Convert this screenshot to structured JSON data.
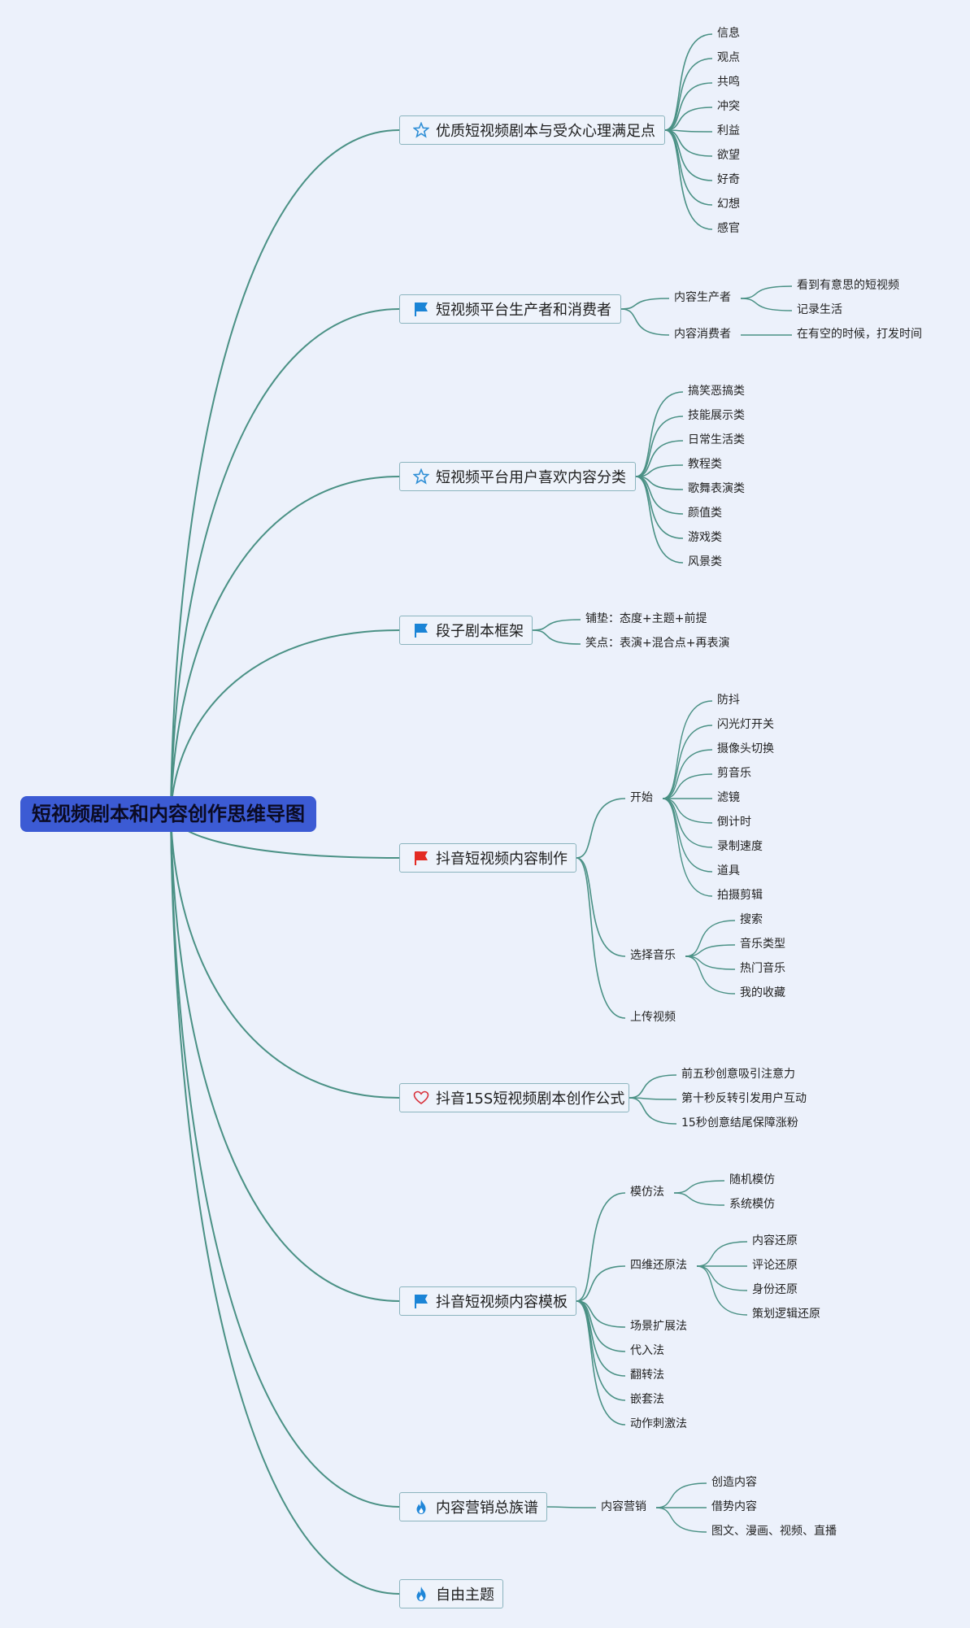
{
  "root": {
    "label": "短视频剧本和内容创作思维导图"
  },
  "colors": {
    "line": "#4a9185",
    "root_fill": "#3c5bd4",
    "node_border": "#8bb4be",
    "star": "#2f8fd6",
    "flag_blue": "#1a84d6",
    "flag_red": "#e32b23",
    "heart": "#d8303a",
    "fire": "#1f86d8"
  },
  "branches": [
    {
      "label": "优质短视频剧本与受众心理满足点",
      "icon": "star-outline-icon",
      "children": [
        "信息",
        "观点",
        "共鸣",
        "冲突",
        "利益",
        "欲望",
        "好奇",
        "幻想",
        "感官"
      ]
    },
    {
      "label": "短视频平台生产者和消费者",
      "icon": "blue-flag-icon",
      "children": [
        {
          "label": "内容生产者",
          "children": [
            "看到有意思的短视频",
            "记录生活"
          ]
        },
        {
          "label": "内容消费者",
          "children": [
            "在有空的时候，打发时间"
          ]
        }
      ]
    },
    {
      "label": "短视频平台用户喜欢内容分类",
      "icon": "star-outline-icon",
      "children": [
        "搞笑恶搞类",
        "技能展示类",
        "日常生活类",
        "教程类",
        "歌舞表演类",
        "颜值类",
        "游戏类",
        "风景类"
      ]
    },
    {
      "label": "段子剧本框架",
      "icon": "blue-flag-icon",
      "children": [
        "铺垫：态度+主题+前提",
        "笑点：表演+混合点+再表演"
      ]
    },
    {
      "label": "抖音短视频内容制作",
      "icon": "red-flag-icon",
      "children": [
        {
          "label": "开始",
          "children": [
            "防抖",
            "闪光灯开关",
            "摄像头切换",
            "剪音乐",
            "滤镜",
            "倒计时",
            "录制速度",
            "道具",
            "拍摄剪辑"
          ]
        },
        {
          "label": "选择音乐",
          "children": [
            "搜索",
            "音乐类型",
            "热门音乐",
            "我的收藏"
          ]
        },
        "上传视频"
      ]
    },
    {
      "label": "抖音15S短视频剧本创作公式",
      "icon": "heart-outline-icon",
      "children": [
        "前五秒创意吸引注意力",
        "第十秒反转引发用户互动",
        "15秒创意结尾保障涨粉"
      ]
    },
    {
      "label": "抖音短视频内容模板",
      "icon": "blue-flag-icon",
      "children": [
        {
          "label": "模仿法",
          "children": [
            "随机模仿",
            "系统模仿"
          ]
        },
        {
          "label": "四维还原法",
          "children": [
            "内容还原",
            "评论还原",
            "身份还原",
            "策划逻辑还原"
          ]
        },
        "场景扩展法",
        "代入法",
        "翻转法",
        "嵌套法",
        "动作刺激法"
      ]
    },
    {
      "label": "内容营销总族谱",
      "icon": "fire-icon",
      "children": [
        {
          "label": "内容营销",
          "children": [
            "创造内容",
            "借势内容",
            "图文、漫画、视频、直播"
          ]
        }
      ]
    },
    {
      "label": "自由主题",
      "icon": "fire-icon",
      "children": []
    }
  ]
}
